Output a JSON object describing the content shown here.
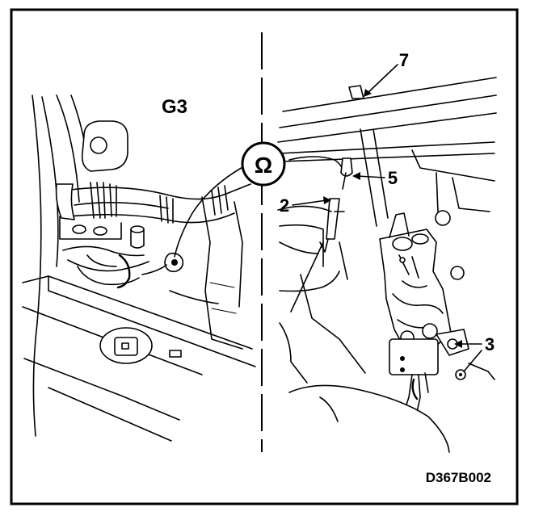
{
  "diagram": {
    "left_panel_label": "G3",
    "ohmmeter_symbol": "Ω",
    "callouts": {
      "c7": "7",
      "c5": "5",
      "c2": "2",
      "c3": "3"
    },
    "figure_code": "D367B002"
  }
}
